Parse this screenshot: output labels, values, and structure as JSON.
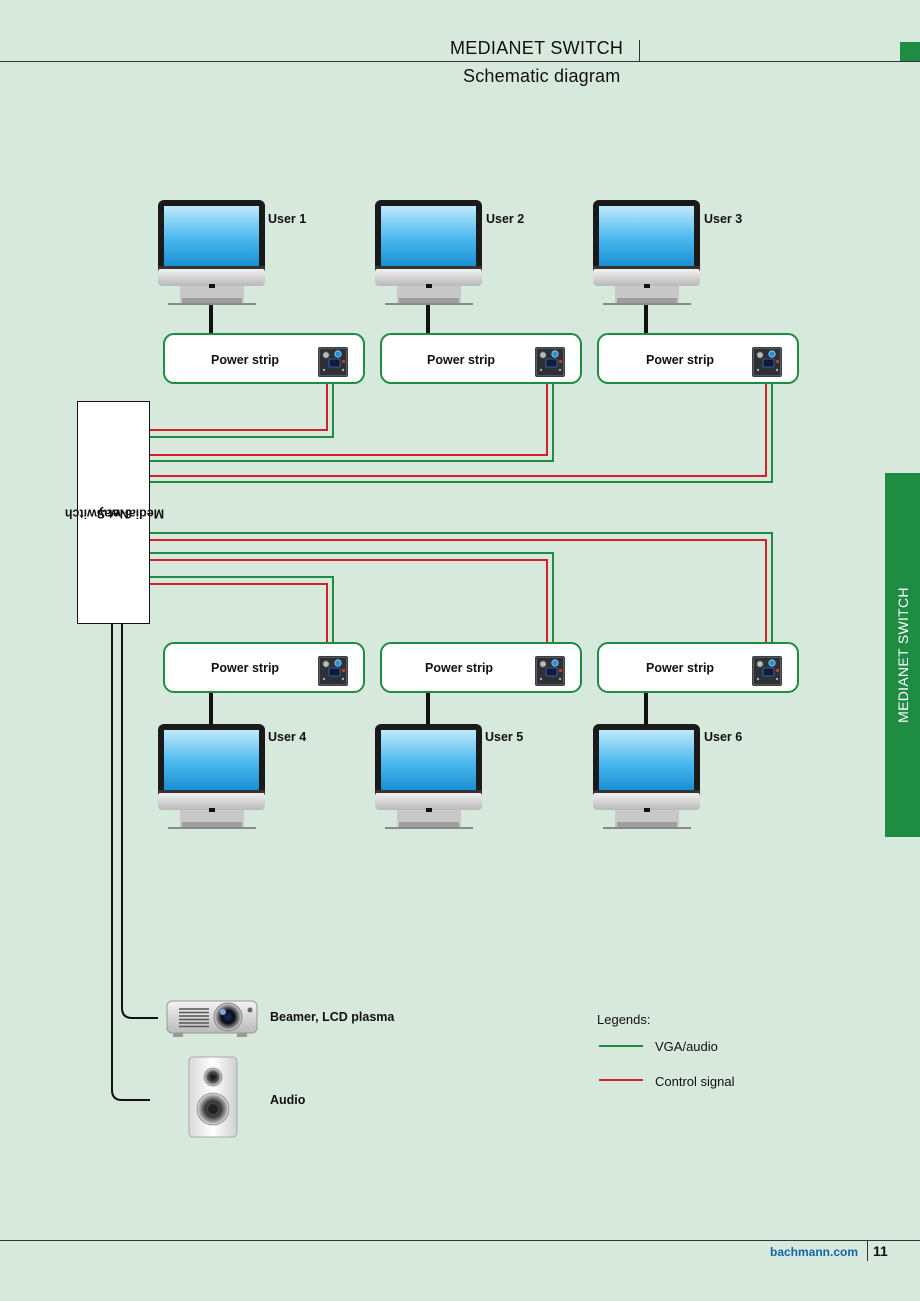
{
  "header": {
    "title": "MEDIANET SWITCH",
    "subtitle": "Schematic diagram"
  },
  "side_tab": {
    "label": "MEDIANET SWITCH"
  },
  "footer": {
    "link": "bachmann.com",
    "page": "11"
  },
  "switch": {
    "line1": "MediaNet Switch",
    "line2": "6-way"
  },
  "users": [
    "User 1",
    "User 2",
    "User 3",
    "User 4",
    "User 5",
    "User 6"
  ],
  "power_strip_label": "Power strip",
  "devices": {
    "beamer": "Beamer, LCD plasma",
    "audio": "Audio"
  },
  "legend": {
    "title": "Legends:",
    "items": [
      {
        "label": "VGA/audio",
        "color": "#1e8c43"
      },
      {
        "label": "Control signal",
        "color": "#d12027"
      }
    ]
  },
  "colors": {
    "background": "#d6e9dc",
    "accent_green": "#1e8c43",
    "control_red": "#d12027",
    "link_blue": "#1565a8"
  }
}
